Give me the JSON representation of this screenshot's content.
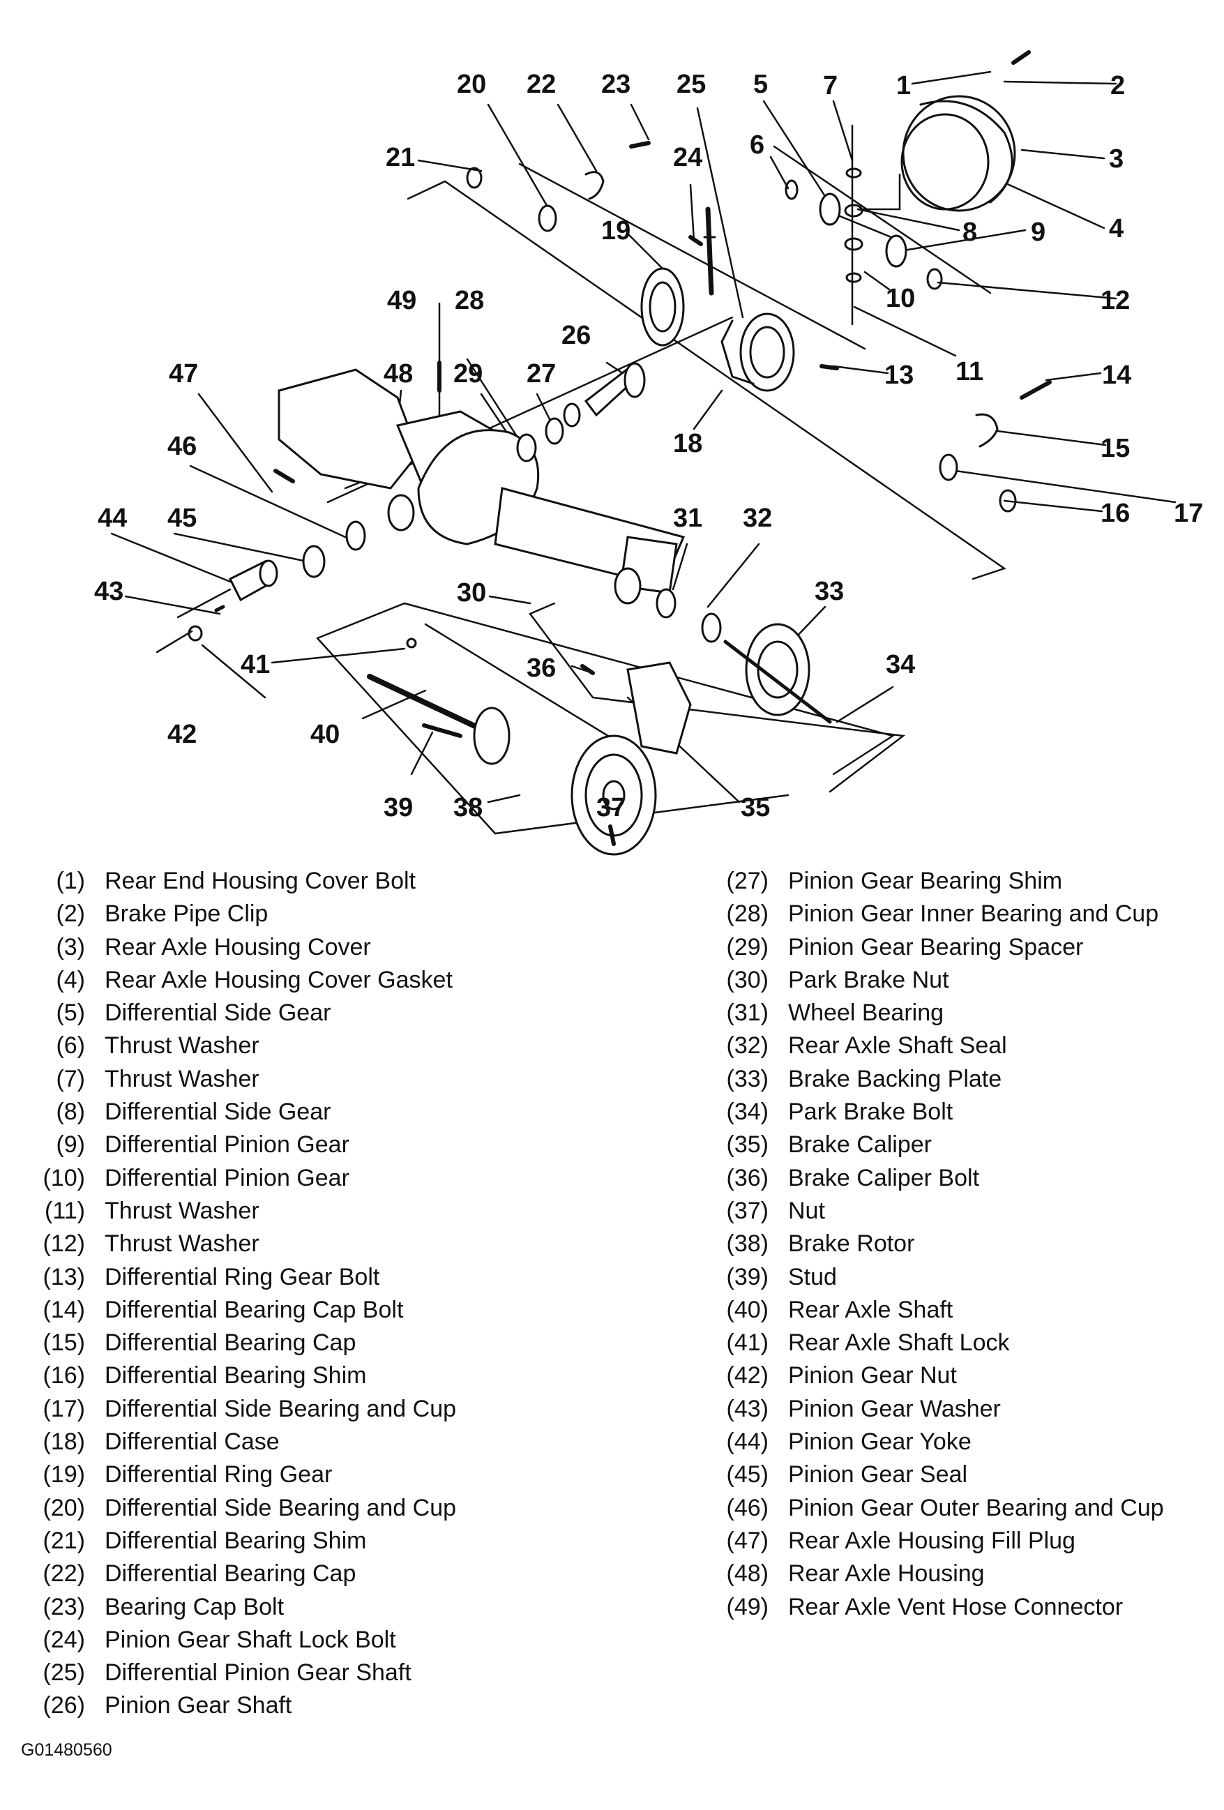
{
  "callouts": [
    "1",
    "2",
    "3",
    "4",
    "5",
    "6",
    "7",
    "8",
    "9",
    "10",
    "11",
    "12",
    "13",
    "14",
    "15",
    "16",
    "17",
    "18",
    "19",
    "20",
    "21",
    "22",
    "23",
    "24",
    "25",
    "26",
    "27",
    "28",
    "29",
    "30",
    "31",
    "32",
    "33",
    "34",
    "35",
    "36",
    "37",
    "38",
    "39",
    "40",
    "41",
    "42",
    "43",
    "44",
    "45",
    "46",
    "47",
    "48",
    "49"
  ],
  "legend": {
    "left": [
      {
        "num": "(1)",
        "label": "Rear End Housing Cover Bolt"
      },
      {
        "num": "(2)",
        "label": "Brake Pipe Clip"
      },
      {
        "num": "(3)",
        "label": "Rear Axle Housing Cover"
      },
      {
        "num": "(4)",
        "label": "Rear Axle Housing Cover Gasket"
      },
      {
        "num": "(5)",
        "label": "Differential Side Gear"
      },
      {
        "num": "(6)",
        "label": "Thrust Washer"
      },
      {
        "num": "(7)",
        "label": "Thrust Washer"
      },
      {
        "num": "(8)",
        "label": "Differential Side Gear"
      },
      {
        "num": "(9)",
        "label": "Differential Pinion Gear"
      },
      {
        "num": "(10)",
        "label": "Differential Pinion Gear"
      },
      {
        "num": "(11)",
        "label": "Thrust Washer"
      },
      {
        "num": "(12)",
        "label": "Thrust Washer"
      },
      {
        "num": "(13)",
        "label": "Differential Ring Gear Bolt"
      },
      {
        "num": "(14)",
        "label": "Differential Bearing Cap Bolt"
      },
      {
        "num": "(15)",
        "label": "Differential Bearing Cap"
      },
      {
        "num": "(16)",
        "label": "Differential Bearing Shim"
      },
      {
        "num": "(17)",
        "label": "Differential Side Bearing and Cup"
      },
      {
        "num": "(18)",
        "label": "Differential Case"
      },
      {
        "num": "(19)",
        "label": "Differential Ring Gear"
      },
      {
        "num": "(20)",
        "label": "Differential Side Bearing and Cup"
      },
      {
        "num": "(21)",
        "label": "Differential Bearing Shim"
      },
      {
        "num": "(22)",
        "label": "Differential Bearing Cap"
      },
      {
        "num": "(23)",
        "label": "Bearing Cap Bolt"
      },
      {
        "num": "(24)",
        "label": "Pinion Gear Shaft Lock Bolt"
      },
      {
        "num": "(25)",
        "label": "Differential Pinion Gear Shaft"
      },
      {
        "num": "(26)",
        "label": "Pinion Gear Shaft"
      }
    ],
    "right": [
      {
        "num": "(27)",
        "label": "Pinion Gear Bearing Shim"
      },
      {
        "num": "(28)",
        "label": "Pinion Gear Inner Bearing and Cup"
      },
      {
        "num": "(29)",
        "label": "Pinion Gear Bearing Spacer"
      },
      {
        "num": "(30)",
        "label": "Park Brake Nut"
      },
      {
        "num": "(31)",
        "label": "Wheel Bearing"
      },
      {
        "num": "(32)",
        "label": "Rear Axle Shaft Seal"
      },
      {
        "num": "(33)",
        "label": "Brake Backing Plate"
      },
      {
        "num": "(34)",
        "label": "Park Brake Bolt"
      },
      {
        "num": "(35)",
        "label": "Brake Caliper"
      },
      {
        "num": "(36)",
        "label": "Brake Caliper Bolt"
      },
      {
        "num": "(37)",
        "label": "Nut"
      },
      {
        "num": "(38)",
        "label": "Brake Rotor"
      },
      {
        "num": "(39)",
        "label": "Stud"
      },
      {
        "num": "(40)",
        "label": "Rear Axle Shaft"
      },
      {
        "num": "(41)",
        "label": "Rear Axle Shaft Lock"
      },
      {
        "num": "(42)",
        "label": "Pinion Gear Nut"
      },
      {
        "num": "(43)",
        "label": "Pinion Gear Washer"
      },
      {
        "num": "(44)",
        "label": "Pinion Gear Yoke"
      },
      {
        "num": "(45)",
        "label": "Pinion Gear Seal"
      },
      {
        "num": "(46)",
        "label": "Pinion Gear Outer Bearing and Cup"
      },
      {
        "num": "(47)",
        "label": "Rear Axle Housing Fill Plug"
      },
      {
        "num": "(48)",
        "label": "Rear Axle Housing"
      },
      {
        "num": "(49)",
        "label": "Rear Axle Vent Hose Connector"
      }
    ]
  },
  "figure_id": "G01480560"
}
